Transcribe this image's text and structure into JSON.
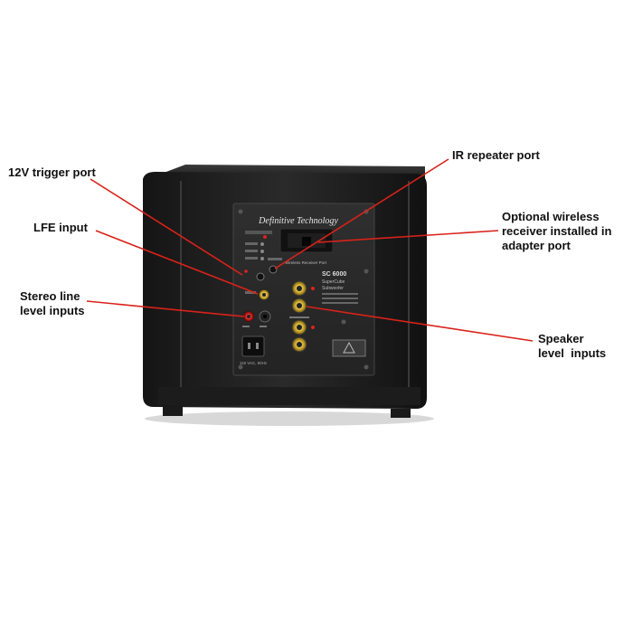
{
  "figure": {
    "background": "#ffffff",
    "accent": "#d9221a"
  },
  "product": {
    "brand_plate": "Definitive Technology",
    "model_badge": "SC 6000",
    "model_sub": "SuperCube",
    "model_sub2": "Subwoofer",
    "wireless_slot_text": "Wireless Receiver Port",
    "power_spec": "115 VAC, 60Hz"
  },
  "callouts": [
    {
      "id": "12v",
      "lines": [
        "12V trigger port"
      ]
    },
    {
      "id": "lfe",
      "lines": [
        "LFE input"
      ]
    },
    {
      "id": "stereo",
      "lines": [
        "Stereo line",
        "level inputs"
      ]
    },
    {
      "id": "ir",
      "lines": [
        "IR repeater port"
      ]
    },
    {
      "id": "wireless",
      "lines": [
        "Optional wireless",
        "receiver installed in",
        "adapter port"
      ]
    },
    {
      "id": "speaker",
      "lines": [
        "Speaker",
        "level  inputs"
      ]
    }
  ]
}
